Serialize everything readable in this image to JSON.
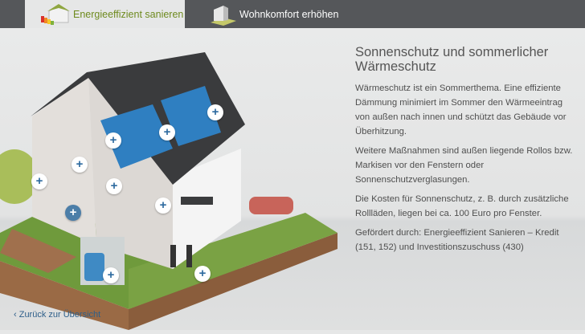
{
  "tabs": [
    {
      "label": "Energieeffizient sanieren",
      "active": true
    },
    {
      "label": "Wohnkomfort erhöhen",
      "active": false
    }
  ],
  "panel": {
    "title": "Sonnenschutz und sommerlicher Wärmeschutz",
    "paragraphs": [
      "Wärmeschutz ist ein Sommerthema. Eine effiziente Dämmung minimiert im Sommer den Wärmeeintrag von außen nach innen und schützt das Gebäude vor Überhitzung.",
      "Weitere Maßnahmen sind außen liegende Rollos bzw. Markisen vor den Fenstern oder Sonnenschutzverglasungen.",
      "Die Kosten für Sonnenschutz, z. B. durch zusätzliche Rollläden, liegen bei ca. 100 Euro pro Fenster.",
      "Gefördert durch: Energieeffizient Sanieren – Kredit (151, 152) und Investitionszuschuss (430)"
    ]
  },
  "marker_symbol": "+",
  "back_link": "‹ Zurück zur Übersicht",
  "colors": {
    "accent_green": "#6e8a1e",
    "topbar": "#55575a",
    "marker_blue": "#2d6a9f"
  }
}
